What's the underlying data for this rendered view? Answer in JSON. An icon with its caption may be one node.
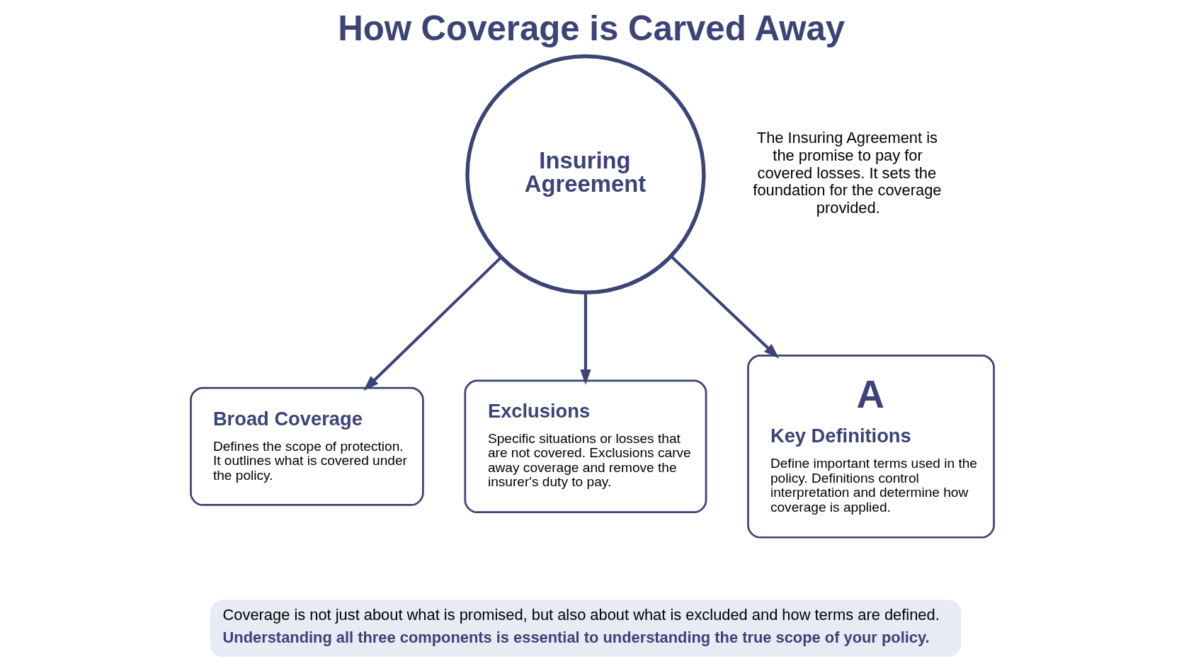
{
  "diagram": {
    "title": "How Coverage is Carved Away",
    "nodes": [
      {
        "text": [
          "Insuring Agreement"
        ],
        "beside": [
          "The Insuring Agreement is the promise to pay for covered losses. It sets the foundation for the coverage provided."
        ]
      },
      {
        "text": [
          "Broad Coverage",
          "Defines the scope of protection. It outlines what is covered under the policy."
        ]
      },
      {
        "text": [
          "Exclusions",
          "Specific situations or losses that are not covered. Exclusions carve away coverage and remove the insurer's duty to pay."
        ]
      },
      {
        "text": [
          "A",
          "Key Definitions",
          "Define important terms used in the policy. Definitions control interpretation and determine how coverage is applied."
        ]
      }
    ],
    "edges": [
      {
        "from": 0,
        "to": 1,
        "arrow": "to"
      },
      {
        "from": 0,
        "to": 2,
        "arrow": "to"
      },
      {
        "from": 0,
        "to": 3,
        "arrow": "to"
      }
    ],
    "labels": [
      "Coverage is not just about what is promised, but also about what is excluded and how terms are defined.",
      "Understanding all three components is essential to understanding the true scope of your policy."
    ]
  }
}
